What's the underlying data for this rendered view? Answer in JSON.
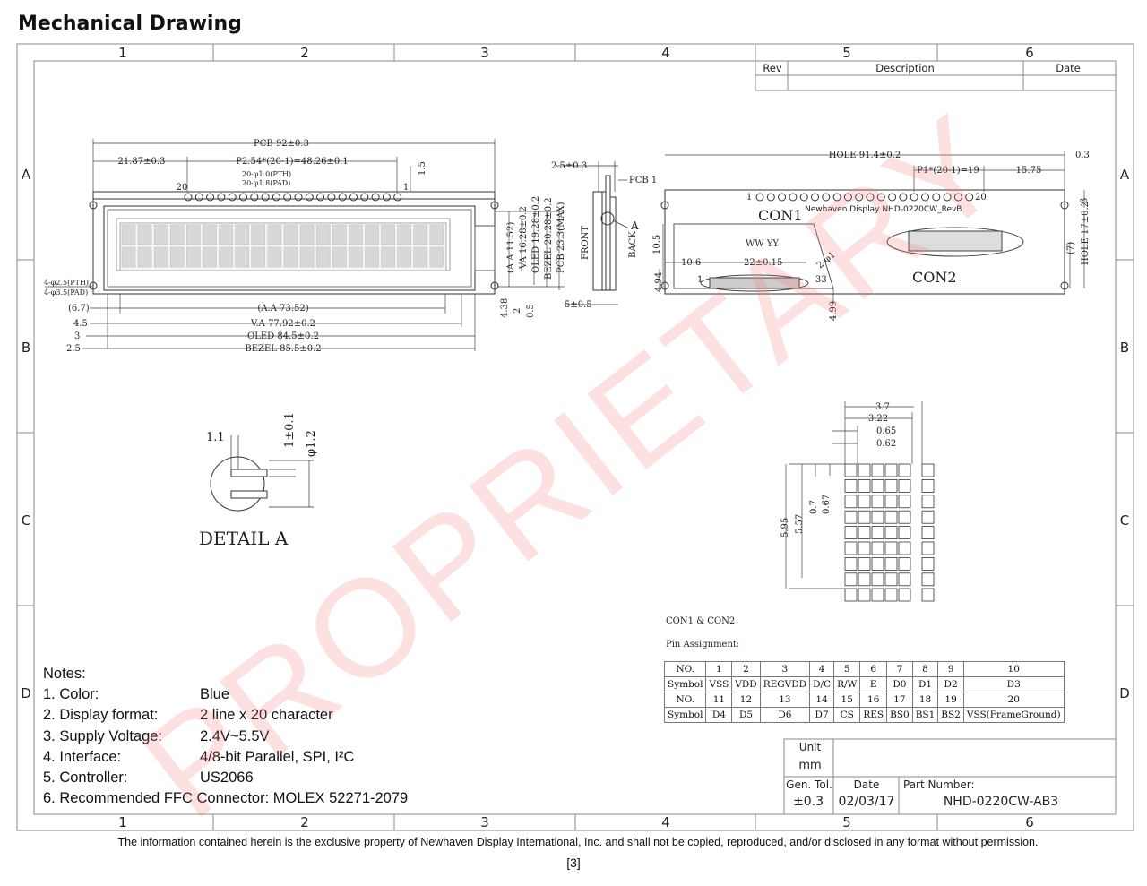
{
  "page_title": "Mechanical Drawing",
  "grid": {
    "columns": [
      "1",
      "2",
      "3",
      "4",
      "5",
      "6"
    ],
    "rows": [
      "A",
      "B",
      "C",
      "D"
    ]
  },
  "revision_block": {
    "rev": "Rev",
    "description": "Description",
    "date": "Date"
  },
  "front_view": {
    "pcb": "PCB 92±0.3",
    "dim_2187": "21.87±0.3",
    "pitch": "P2.54*(20-1)=48.26±0.1",
    "pin_20": "20",
    "pin_1": "1",
    "pth": "20-φ1.0(PTH)",
    "pad": "20-φ1.8(PAD)",
    "dim_15": "1.5",
    "hole_pth": "4-φ2.5(PTH)",
    "hole_pad": "4-φ3.5(PAD)",
    "dim_67": "(6.7)",
    "dim_45": "4.5",
    "dim_3": "3",
    "dim_25": "2.5",
    "aa_w": "(A.A 73.52)",
    "va_w": "V.A 77.92±0.2",
    "oled_w": "OLED 84.5±0.2",
    "bezel_w": "BEZEL 85.5±0.2",
    "aa_h": "(A.A 11.52)",
    "va_h": "VA 16.28±0.2",
    "oled_h": "OLED 19.28±0.2",
    "bezel_h": "BEZEL 20.28±0.2",
    "pcb_h": "PCB 23.3(MAX)",
    "dim_438": "4.38",
    "dim_2": "2",
    "dim_05": "0.5"
  },
  "side_view": {
    "dim_25": "2.5±0.3",
    "pcb1": "PCB 1",
    "label_a": "A",
    "front": "FRONT",
    "back": "BACK",
    "dim_5": "5±0.5"
  },
  "back_view": {
    "hole": "HOLE 91.4±0.2",
    "dim_03": "0.3",
    "pitch": "P1*(20-1)=19",
    "dim_1575": "15.75",
    "dim_3": "3",
    "hole_h": "HOLE 17±0.2",
    "dim_7": "(7)",
    "pin_1": "1",
    "pin_20": "20",
    "con1": "CON1",
    "con2": "CON2",
    "brand": "Newhaven Display NHD-0220CW_RevB",
    "wwyy": "WW YY",
    "dim_105": "10.5",
    "dim_106": "10.6",
    "dim_22": "22±0.15",
    "dim_2phi1": "2-φ1",
    "pin_33": "33",
    "dim_494": "4.94",
    "dim_499": "4.99"
  },
  "detail": {
    "title": "DETAIL A",
    "dim_11": "1.1",
    "dim_1": "1±0.1",
    "dim_phi": "φ1.2"
  },
  "char_detail": {
    "d37": "3.7",
    "d322": "3.22",
    "d065": "0.65",
    "d062": "0.62",
    "d07": "0.7",
    "d067": "0.67",
    "d595": "5.95",
    "d557": "5.57"
  },
  "pin_assignment": {
    "title1": "CON1 & CON2",
    "title2": "Pin Assignment:",
    "rows": [
      [
        "NO.",
        "1",
        "2",
        "3",
        "4",
        "5",
        "6",
        "7",
        "8",
        "9",
        "10"
      ],
      [
        "Symbol",
        "VSS",
        "VDD",
        "REGVDD",
        "D/C",
        "R/W",
        "E",
        "D0",
        "D1",
        "D2",
        "D3"
      ],
      [
        "NO.",
        "11",
        "12",
        "13",
        "14",
        "15",
        "16",
        "17",
        "18",
        "19",
        "20"
      ],
      [
        "Symbol",
        "D4",
        "D5",
        "D6",
        "D7",
        "CS",
        "RES",
        "BS0",
        "BS1",
        "BS2",
        "VSS(FrameGround)"
      ]
    ]
  },
  "title_block": {
    "unit_label": "Unit",
    "unit": "mm",
    "tol_label": "Gen. Tol.",
    "tol": "±0.3",
    "date_label": "Date",
    "date": "02/03/17",
    "part_label": "Part Number:",
    "part": "NHD-0220CW-AB3"
  },
  "notes": {
    "heading": "Notes:",
    "items": [
      {
        "label": "1.  Color:",
        "value": "Blue"
      },
      {
        "label": "2.  Display format:",
        "value": "2 line x 20 character"
      },
      {
        "label": "3.  Supply Voltage:",
        "value": "2.4V~5.5V"
      },
      {
        "label": "4.  Interface:",
        "value": "4/8-bit Parallel, SPI, I²C"
      },
      {
        "label": "5.  Controller:",
        "value": "US2066"
      }
    ],
    "item6": "6.  Recommended FFC Connector: MOLEX 52271-2079"
  },
  "watermark": "PROPRIETARY",
  "footer": "The information contained herein is the exclusive property of Newhaven Display International, Inc. and shall not be copied, reproduced, and/or disclosed in any format without permission.",
  "page_number": "[3]"
}
